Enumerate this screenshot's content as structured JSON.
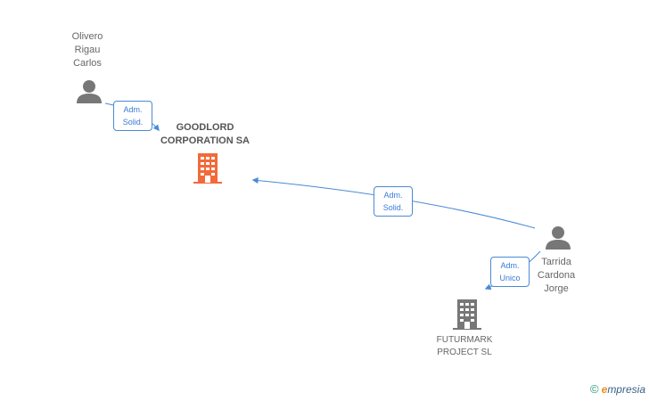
{
  "nodes": {
    "person_1": {
      "lines": [
        "Olivero",
        "Rigau",
        "Carlos"
      ],
      "icon": "person-icon"
    },
    "company_main": {
      "lines": [
        "GOODLORD",
        "CORPORATION SA"
      ],
      "icon": "building-icon",
      "color": "#f26a3a"
    },
    "person_2": {
      "lines": [
        "Tarrida",
        "Cardona",
        "Jorge"
      ],
      "icon": "person-icon"
    },
    "company_2": {
      "lines": [
        "FUTURMARK",
        "PROJECT SL"
      ],
      "icon": "building-icon",
      "color": "#777777"
    }
  },
  "relations": {
    "rel_1": {
      "lines": [
        "Adm.",
        "Solid."
      ]
    },
    "rel_2": {
      "lines": [
        "Adm.",
        "Solid."
      ]
    },
    "rel_3": {
      "lines": [
        "Adm.",
        "Unico"
      ]
    }
  },
  "colors": {
    "edge": "#4a8ad4",
    "person": "#777777"
  },
  "footer": {
    "copyright": "©",
    "brand_initial": "e",
    "brand_rest": "mpresia"
  }
}
